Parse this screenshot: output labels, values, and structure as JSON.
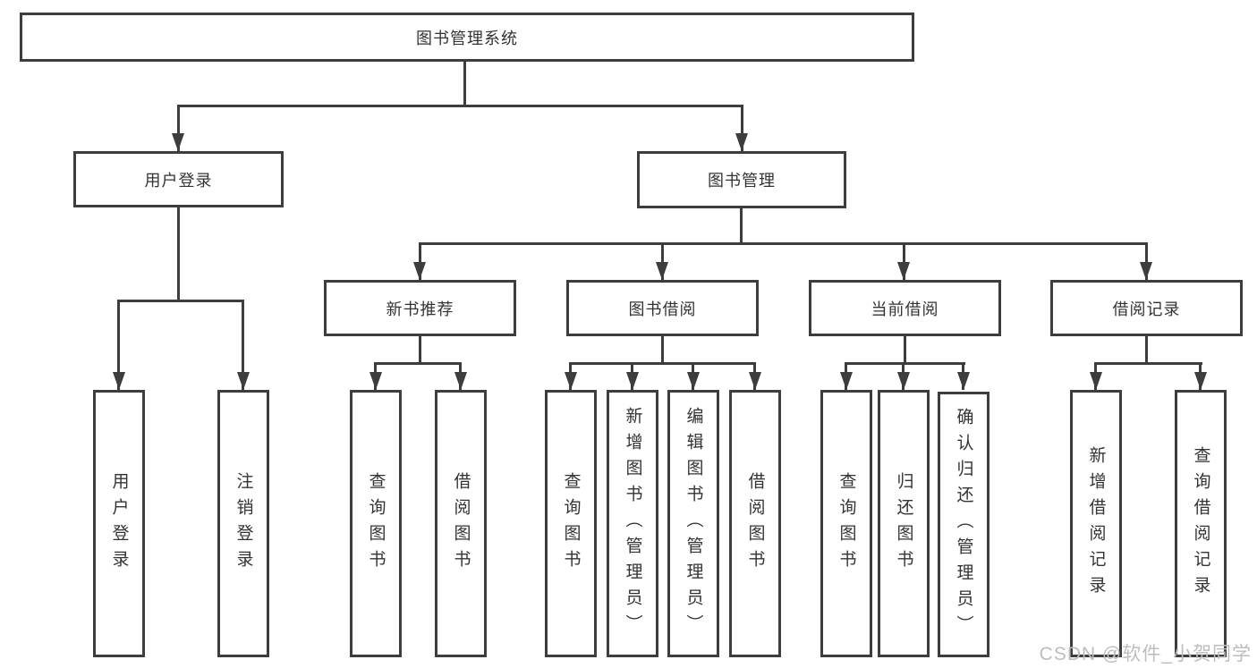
{
  "diagram": {
    "root": {
      "label": "图书管理系统"
    },
    "level2": [
      {
        "label": "用户登录"
      },
      {
        "label": "图书管理"
      }
    ],
    "level3": [
      {
        "label": "新书推荐"
      },
      {
        "label": "图书借阅"
      },
      {
        "label": "当前借阅"
      },
      {
        "label": "借阅记录"
      }
    ],
    "leaves": {
      "user_login": [
        "用户登录",
        "注销登录"
      ],
      "new_book_recommend": [
        "查询图书",
        "借阅图书"
      ],
      "book_borrow": [
        "查询图书",
        "新增图书（管理员）",
        "编辑图书（管理员）",
        "借阅图书"
      ],
      "current_borrow": [
        "查询图书",
        "归还图书",
        "确认归还（管理员）"
      ],
      "borrow_records": [
        "新增借阅记录",
        "查询借阅记录"
      ]
    }
  },
  "icons": {
    "arrowhead": "filled-triangle-down"
  },
  "watermark": "CSDN @软件_小贺同学",
  "colors": {
    "line": "#3d3d3d",
    "text": "#333333",
    "watermark": "#bdbdbf",
    "background": "#ffffff"
  }
}
